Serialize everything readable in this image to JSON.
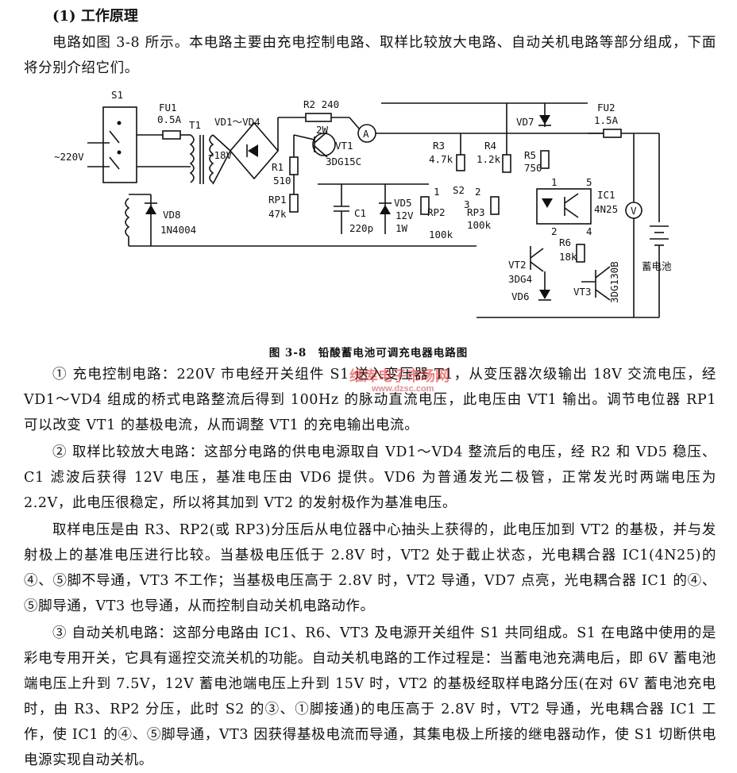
{
  "heading": "(1) 工作原理",
  "intro": "电路如图 3-8 所示。本电路主要由充电控制电路、取样比较放大电路、自动关机电路等部分组成，下面将分别介绍它们。",
  "figure": {
    "caption": "图 3-8　铅酸蓄电池可调充电器电路图",
    "labels": {
      "s1": "S1",
      "fu1": "FU1",
      "fu1_val": "0.5A",
      "t1": "T1",
      "vd14": "VD1～VD4",
      "r2": "R2 240",
      "r2_w": "2W",
      "ammeter": "A",
      "vt1": "VT1",
      "vt1_type": "3DG15C",
      "ac_in": "~220V",
      "sec_v": "~18V",
      "r1": "R1",
      "r1_val": "510",
      "rp1": "RP1",
      "rp1_val": "47k",
      "vd8": "VD8",
      "vd8_type": "1N4004",
      "c1": "C1",
      "c1_val": "220p",
      "vd5": "VD5",
      "vd5_v": "12V",
      "vd5_w": "1W",
      "r3": "R3",
      "r3_val": "4.7k",
      "s2": "S2",
      "rp2": "RP2",
      "rp2_val": "100k",
      "rp3": "RP3",
      "rp3_val": "100k",
      "r4": "R4",
      "r4_val": "1.2k",
      "vd7": "VD7",
      "r5": "R5",
      "r5_val": "750",
      "fu2": "FU2",
      "fu2_val": "1.5A",
      "ic1": "IC1",
      "ic1_type": "4N25",
      "voltmeter": "V",
      "vt2": "VT2",
      "vt2_type": "3DG4",
      "vd6": "VD6",
      "r6": "R6",
      "r6_val": "18k",
      "vt3": "VT3",
      "vt3_type": "3DG130B",
      "battery": "蓄电池",
      "pin1": "1",
      "pin2": "2",
      "pin3": "3",
      "pin4": "4",
      "pin5": "5"
    }
  },
  "sections": [
    "① 充电控制电路：220V 市电经开关组件 S1 送入变压器 T1，从变压器次级输出 18V 交流电压，经 VD1～VD4 组成的桥式电路整流后得到 100Hz 的脉动直流电压，此电压由 VT1 输出。调节电位器 RP1 可以改变 VT1 的基极电流，从而调整 VT1 的充电输出电流。",
    "② 取样比较放大电路：这部分电路的供电电源取自 VD1～VD4 整流后的电压，经 R2 和 VD5 稳压、C1 滤波后获得 12V 电压，基准电压由 VD6 提供。VD6 为普通发光二极管，正常发光时两端电压为 2.2V，此电压很稳定，所以将其加到 VT2 的发射极作为基准电压。",
    "取样电压是由 R3、RP2(或 RP3)分压后从电位器中心抽头上获得的，此电压加到 VT2 的基极，并与发射极上的基准电压进行比较。当基极电压低于 2.8V 时，VT2 处于截止状态，光电耦合器 IC1(4N25)的④、⑤脚不导通，VT3 不工作；当基极电压高于 2.8V 时，VT2 导通，VD7 点亮，光电耦合器 IC1 的④、⑤脚导通，VT3 也导通，从而控制自动关机电路动作。",
    "③ 自动关机电路：这部分电路由 IC1、R6、VT3 及电源开关组件 S1 共同组成。S1 在电路中使用的是彩电专用开关，它具有遥控交流关机的功能。自动关机电路的工作过程是：当蓄电池充满电后，即 6V 蓄电池端电压上升到 7.5V，12V 蓄电池端电压上升到 15V 时，VT2 的基极经取样电路分压(在对 6V 蓄电池充电时，由 R3、RP2 分压，此时 S2 的③、①脚接通)的电压高于 2.8V 时，VT2 导通，光电耦合器 IC1 工作，使 IC1 的④、⑤脚导通，VT3 因获得基极电流而导通，其集电极上所接的继电器动作，使 S1 切断供电电源实现自动关机。"
  ],
  "watermark": {
    "brand": "维库电子市场网",
    "url": "www.dzsc.com"
  }
}
